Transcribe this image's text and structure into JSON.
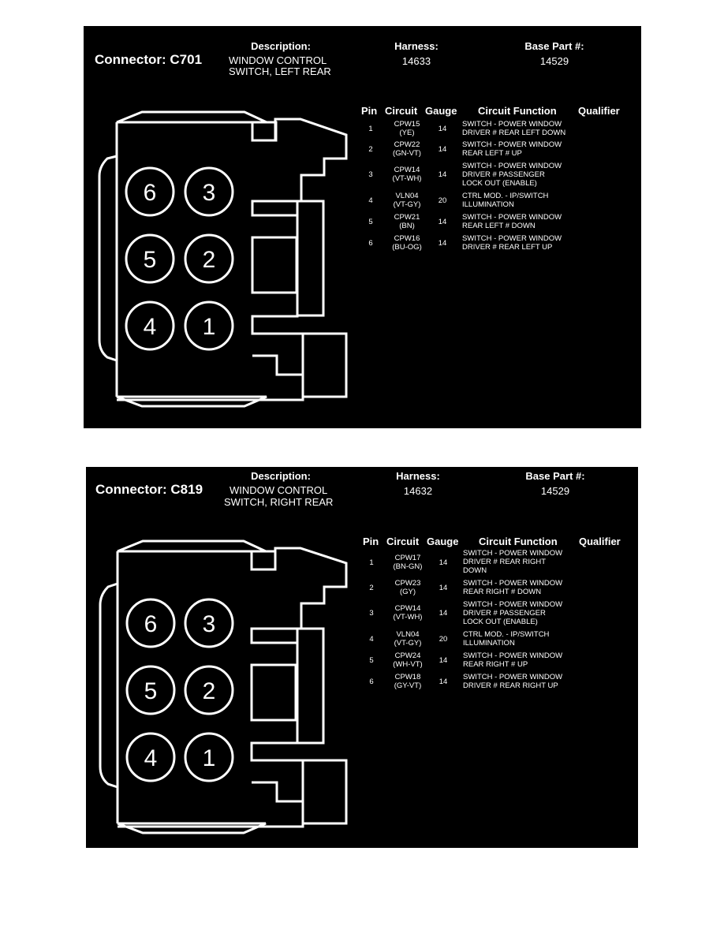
{
  "labels": {
    "description": "Description:",
    "harness": "Harness:",
    "base_part": "Base Part #:",
    "col_pin": "Pin",
    "col_circuit": "Circuit",
    "col_gauge": "Gauge",
    "col_function": "Circuit Function",
    "col_qualifier": "Qualifier"
  },
  "panels": [
    {
      "title": "Connector: C701",
      "description_lines": [
        "WINDOW CONTROL",
        "SWITCH, LEFT REAR"
      ],
      "harness": "14633",
      "base_part": "14529",
      "pin_labels": [
        "6",
        "3",
        "5",
        "2",
        "4",
        "1"
      ],
      "rows": [
        {
          "pin": "1",
          "circuit": "CPW15",
          "color": "(YE)",
          "gauge": "14",
          "function": [
            "SWITCH - POWER WINDOW",
            "DRIVER # REAR LEFT DOWN"
          ]
        },
        {
          "pin": "2",
          "circuit": "CPW22",
          "color": "(GN-VT)",
          "gauge": "14",
          "function": [
            "SWITCH - POWER WINDOW",
            "REAR LEFT # UP"
          ]
        },
        {
          "pin": "3",
          "circuit": "CPW14",
          "color": "(VT-WH)",
          "gauge": "14",
          "function": [
            "SWITCH - POWER WINDOW",
            "DRIVER # PASSENGER",
            "LOCK OUT (ENABLE)"
          ]
        },
        {
          "pin": "4",
          "circuit": "VLN04",
          "color": "(VT-GY)",
          "gauge": "20",
          "function": [
            "CTRL MOD. - IP/SWITCH",
            "ILLUMINATION"
          ]
        },
        {
          "pin": "5",
          "circuit": "CPW21",
          "color": "(BN)",
          "gauge": "14",
          "function": [
            "SWITCH - POWER WINDOW",
            "REAR LEFT # DOWN"
          ]
        },
        {
          "pin": "6",
          "circuit": "CPW16",
          "color": "(BU-OG)",
          "gauge": "14",
          "function": [
            "SWITCH - POWER WINDOW",
            "DRIVER # REAR LEFT UP"
          ]
        }
      ]
    },
    {
      "title": "Connector: C819",
      "description_lines": [
        "WINDOW CONTROL",
        "SWITCH, RIGHT REAR"
      ],
      "harness": "14632",
      "base_part": "14529",
      "pin_labels": [
        "6",
        "3",
        "5",
        "2",
        "4",
        "1"
      ],
      "rows": [
        {
          "pin": "1",
          "circuit": "CPW17",
          "color": "(BN-GN)",
          "gauge": "14",
          "function": [
            "SWITCH - POWER WINDOW",
            "DRIVER # REAR RIGHT",
            "DOWN"
          ]
        },
        {
          "pin": "2",
          "circuit": "CPW23",
          "color": "(GY)",
          "gauge": "14",
          "function": [
            "SWITCH - POWER WINDOW",
            "REAR RIGHT # DOWN"
          ]
        },
        {
          "pin": "3",
          "circuit": "CPW14",
          "color": "(VT-WH)",
          "gauge": "14",
          "function": [
            "SWITCH - POWER WINDOW",
            "DRIVER # PASSENGER",
            "LOCK OUT (ENABLE)"
          ]
        },
        {
          "pin": "4",
          "circuit": "VLN04",
          "color": "(VT-GY)",
          "gauge": "20",
          "function": [
            "CTRL MOD. - IP/SWITCH",
            "ILLUMINATION"
          ]
        },
        {
          "pin": "5",
          "circuit": "CPW24",
          "color": "(WH-VT)",
          "gauge": "14",
          "function": [
            "SWITCH - POWER WINDOW",
            "REAR RIGHT # UP"
          ]
        },
        {
          "pin": "6",
          "circuit": "CPW18",
          "color": "(GY-VT)",
          "gauge": "14",
          "function": [
            "SWITCH - POWER WINDOW",
            "DRIVER # REAR RIGHT UP"
          ]
        }
      ]
    }
  ]
}
